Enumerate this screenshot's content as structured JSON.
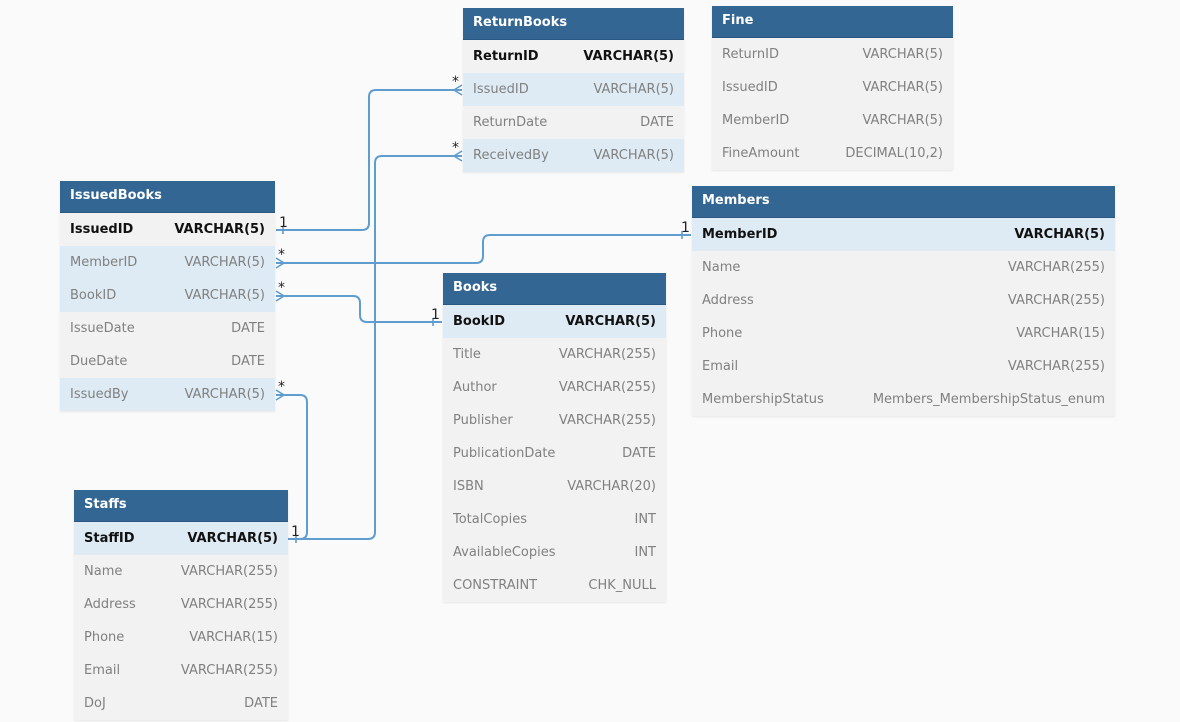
{
  "tables": {
    "return_books": {
      "title": "ReturnBooks",
      "columns": [
        {
          "name": "ReturnID",
          "type": "VARCHAR(5)"
        },
        {
          "name": "IssuedID",
          "type": "VARCHAR(5)"
        },
        {
          "name": "ReturnDate",
          "type": "DATE"
        },
        {
          "name": "ReceivedBy",
          "type": "VARCHAR(5)"
        }
      ]
    },
    "fine": {
      "title": "Fine",
      "columns": [
        {
          "name": "ReturnID",
          "type": "VARCHAR(5)"
        },
        {
          "name": "IssuedID",
          "type": "VARCHAR(5)"
        },
        {
          "name": "MemberID",
          "type": "VARCHAR(5)"
        },
        {
          "name": "FineAmount",
          "type": "DECIMAL(10,2)"
        }
      ]
    },
    "issued_books": {
      "title": "IssuedBooks",
      "columns": [
        {
          "name": "IssuedID",
          "type": "VARCHAR(5)"
        },
        {
          "name": "MemberID",
          "type": "VARCHAR(5)"
        },
        {
          "name": "BookID",
          "type": "VARCHAR(5)"
        },
        {
          "name": "IssueDate",
          "type": "DATE"
        },
        {
          "name": "DueDate",
          "type": "DATE"
        },
        {
          "name": "IssuedBy",
          "type": "VARCHAR(5)"
        }
      ]
    },
    "members": {
      "title": "Members",
      "columns": [
        {
          "name": "MemberID",
          "type": "VARCHAR(5)"
        },
        {
          "name": "Name",
          "type": "VARCHAR(255)"
        },
        {
          "name": "Address",
          "type": "VARCHAR(255)"
        },
        {
          "name": "Phone",
          "type": "VARCHAR(15)"
        },
        {
          "name": "Email",
          "type": "VARCHAR(255)"
        },
        {
          "name": "MembershipStatus",
          "type": "Members_MembershipStatus_enum"
        }
      ]
    },
    "books": {
      "title": "Books",
      "columns": [
        {
          "name": "BookID",
          "type": "VARCHAR(5)"
        },
        {
          "name": "Title",
          "type": "VARCHAR(255)"
        },
        {
          "name": "Author",
          "type": "VARCHAR(255)"
        },
        {
          "name": "Publisher",
          "type": "VARCHAR(255)"
        },
        {
          "name": "PublicationDate",
          "type": "DATE"
        },
        {
          "name": "ISBN",
          "type": "VARCHAR(20)"
        },
        {
          "name": "TotalCopies",
          "type": "INT"
        },
        {
          "name": "AvailableCopies",
          "type": "INT"
        },
        {
          "name": "CONSTRAINT",
          "type": "CHK_NULL"
        }
      ]
    },
    "staffs": {
      "title": "Staffs",
      "columns": [
        {
          "name": "StaffID",
          "type": "VARCHAR(5)"
        },
        {
          "name": "Name",
          "type": "VARCHAR(255)"
        },
        {
          "name": "Address",
          "type": "VARCHAR(255)"
        },
        {
          "name": "Phone",
          "type": "VARCHAR(15)"
        },
        {
          "name": "Email",
          "type": "VARCHAR(255)"
        },
        {
          "name": "DoJ",
          "type": "DATE"
        }
      ]
    }
  },
  "relationships": [
    {
      "from": "IssuedBooks.IssuedID",
      "to": "ReturnBooks.IssuedID",
      "one_label": "1",
      "many_label": "*"
    },
    {
      "from": "Staffs.StaffID",
      "to": "ReturnBooks.ReceivedBy",
      "one_label": "1",
      "many_label": "*"
    },
    {
      "from": "Members.MemberID",
      "to": "IssuedBooks.MemberID",
      "one_label": "1",
      "many_label": "*"
    },
    {
      "from": "Books.BookID",
      "to": "IssuedBooks.BookID",
      "one_label": "1",
      "many_label": "*"
    },
    {
      "from": "Staffs.StaffID",
      "to": "IssuedBooks.IssuedBy",
      "one_label": "1",
      "many_label": "*"
    }
  ],
  "colors": {
    "header": "#336693",
    "connector": "#5f9dce",
    "highlight_row": "#deebf4",
    "table_body": "#f2f2f2",
    "background": "#fafafa"
  }
}
